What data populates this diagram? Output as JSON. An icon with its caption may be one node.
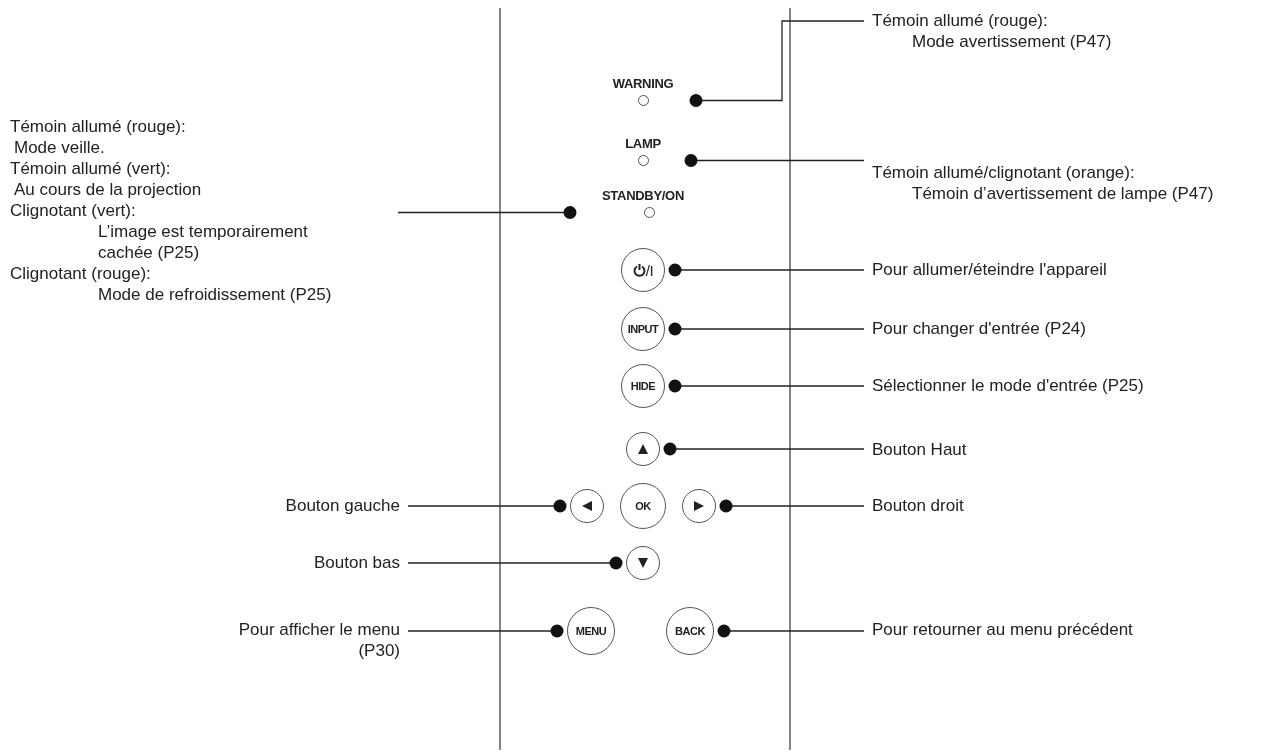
{
  "diagram": {
    "nodes": [
      {
        "text": [
          "WARNING"
        ]
      },
      {
        "text": [
          "LAMP"
        ]
      },
      {
        "text": [
          "STANDBY/ON"
        ]
      },
      {
        "text": [
          "/I"
        ]
      },
      {
        "text": [
          "INPUT"
        ]
      },
      {
        "text": [
          "HIDE"
        ]
      },
      {
        "text": [],
        "shape": "circle"
      },
      {
        "text": [],
        "shape": "circle"
      },
      {
        "text": [
          "OK"
        ]
      },
      {
        "text": [],
        "shape": "circle"
      },
      {
        "text": [],
        "shape": "circle"
      },
      {
        "text": [
          "MENU"
        ]
      },
      {
        "text": [
          "BACK"
        ]
      },
      {
        "text": [
          "Témoin allumé (rouge):",
          "Mode avertissement (P47)"
        ]
      },
      {
        "text": [
          "Témoin allumé/clignotant (orange):",
          "Témoin d’avertissement de lampe (P47)"
        ]
      },
      {
        "text": [
          "Témoin allumé (rouge):",
          "Mode veille.",
          "Témoin allumé (vert):",
          "Au cours de la projection",
          "Clignotant (vert):",
          "L’image est temporairement cachée (P25)",
          "Clignotant (rouge):",
          "Mode de refroidissement (P25)"
        ]
      },
      {
        "text": [
          "Pour allumer/éteindre l'appareil"
        ]
      },
      {
        "text": [
          "Pour changer d'entrée (P24)"
        ]
      },
      {
        "text": [
          "Sélectionner le mode d'entrée (P25)"
        ]
      },
      {
        "text": [
          "Bouton Haut"
        ]
      },
      {
        "text": [
          "Bouton gauche"
        ]
      },
      {
        "text": [
          "Bouton droit"
        ]
      },
      {
        "text": [
          "Bouton bas"
        ]
      },
      {
        "text": [
          "Pour afficher le menu (P30)"
        ]
      },
      {
        "text": [
          "Pour retourner au menu précédent"
        ]
      }
    ],
    "edges": [
      {
        "from": 13,
        "to": 0,
        "arrow": "other"
      },
      {
        "from": 14,
        "to": 1,
        "arrow": "other"
      },
      {
        "from": 15,
        "to": 2,
        "arrow": "other"
      },
      {
        "from": 16,
        "to": 3,
        "arrow": "other"
      },
      {
        "from": 17,
        "to": 4,
        "arrow": "other"
      },
      {
        "from": 18,
        "to": 5,
        "arrow": "other"
      },
      {
        "from": 19,
        "to": 6,
        "arrow": "other"
      },
      {
        "from": 20,
        "to": 7,
        "arrow": "other"
      },
      {
        "from": 21,
        "to": 9,
        "arrow": "other"
      },
      {
        "from": 22,
        "to": 10,
        "arrow": "other"
      },
      {
        "from": 23,
        "to": 11,
        "arrow": "other"
      },
      {
        "from": 24,
        "to": 12,
        "arrow": "other"
      }
    ]
  }
}
